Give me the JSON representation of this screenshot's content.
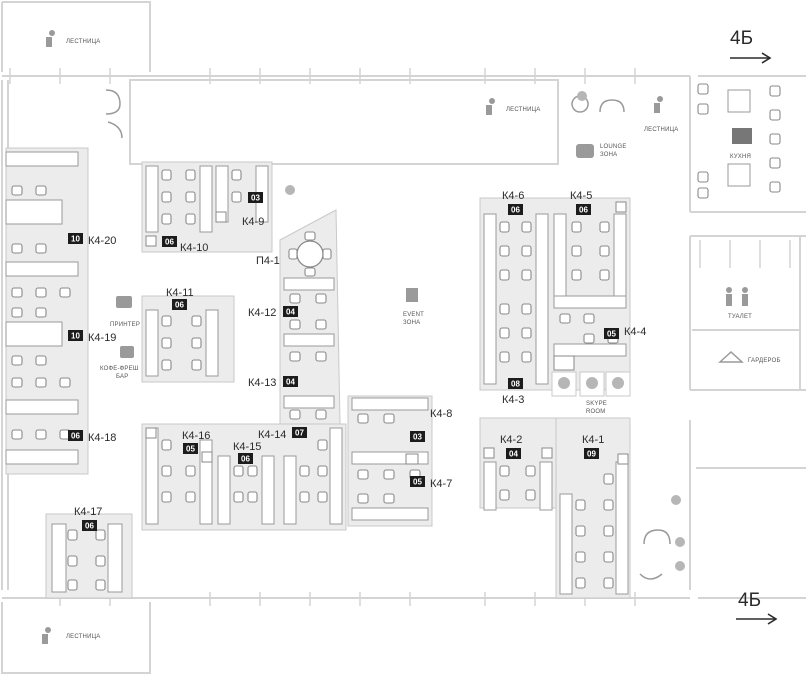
{
  "labels": {
    "stairs_top_left": "ЛЕСТНИЦА",
    "stairs_top_center": "ЛЕСТНИЦА",
    "stairs_top_right": "ЛЕСТНИЦА",
    "stairs_bottom_left": "ЛЕСТНИЦА",
    "lounge_zone": "LOUNGE\nЗОНА",
    "kitchen": "КУХНЯ",
    "toilet": "ТУАЛЕТ",
    "wardrobe": "ГАРДЕРОБ",
    "printer": "ПРИНТЕР",
    "coffee_bar": "КОФЕ-ФРЕШ\nБАР",
    "event_zone": "EVENT\nЗОНА",
    "skype_room": "SKYPE\nROOM",
    "exit_top": "4Б",
    "exit_bottom": "4Б"
  },
  "rooms": [
    {
      "id": "K4-20",
      "name": "К4-20",
      "count": "10"
    },
    {
      "id": "K4-19",
      "name": "К4-19",
      "count": "10"
    },
    {
      "id": "K4-18",
      "name": "К4-18",
      "count": "06"
    },
    {
      "id": "K4-17",
      "name": "К4-17",
      "count": "06"
    },
    {
      "id": "K4-16",
      "name": "К4-16",
      "count": "05"
    },
    {
      "id": "K4-15",
      "name": "К4-15",
      "count": "06"
    },
    {
      "id": "K4-14",
      "name": "К4-14",
      "count": "07"
    },
    {
      "id": "K4-13",
      "name": "К4-13",
      "count": "04"
    },
    {
      "id": "K4-12",
      "name": "К4-12",
      "count": "04"
    },
    {
      "id": "K4-11",
      "name": "К4-11",
      "count": "06"
    },
    {
      "id": "K4-10",
      "name": "К4-10",
      "count": "06"
    },
    {
      "id": "K4-9",
      "name": "К4-9",
      "count": "03"
    },
    {
      "id": "P4-1",
      "name": "П4-1",
      "count": ""
    },
    {
      "id": "K4-8",
      "name": "К4-8",
      "count": "03"
    },
    {
      "id": "K4-7",
      "name": "К4-7",
      "count": "05"
    },
    {
      "id": "K4-6",
      "name": "К4-6",
      "count": "06"
    },
    {
      "id": "K4-5",
      "name": "К4-5",
      "count": "06"
    },
    {
      "id": "K4-4",
      "name": "К4-4",
      "count": "05"
    },
    {
      "id": "K4-3",
      "name": "К4-3",
      "count": "08"
    },
    {
      "id": "K4-2",
      "name": "К4-2",
      "count": "04"
    },
    {
      "id": "K4-1",
      "name": "К4-1",
      "count": "09"
    }
  ]
}
